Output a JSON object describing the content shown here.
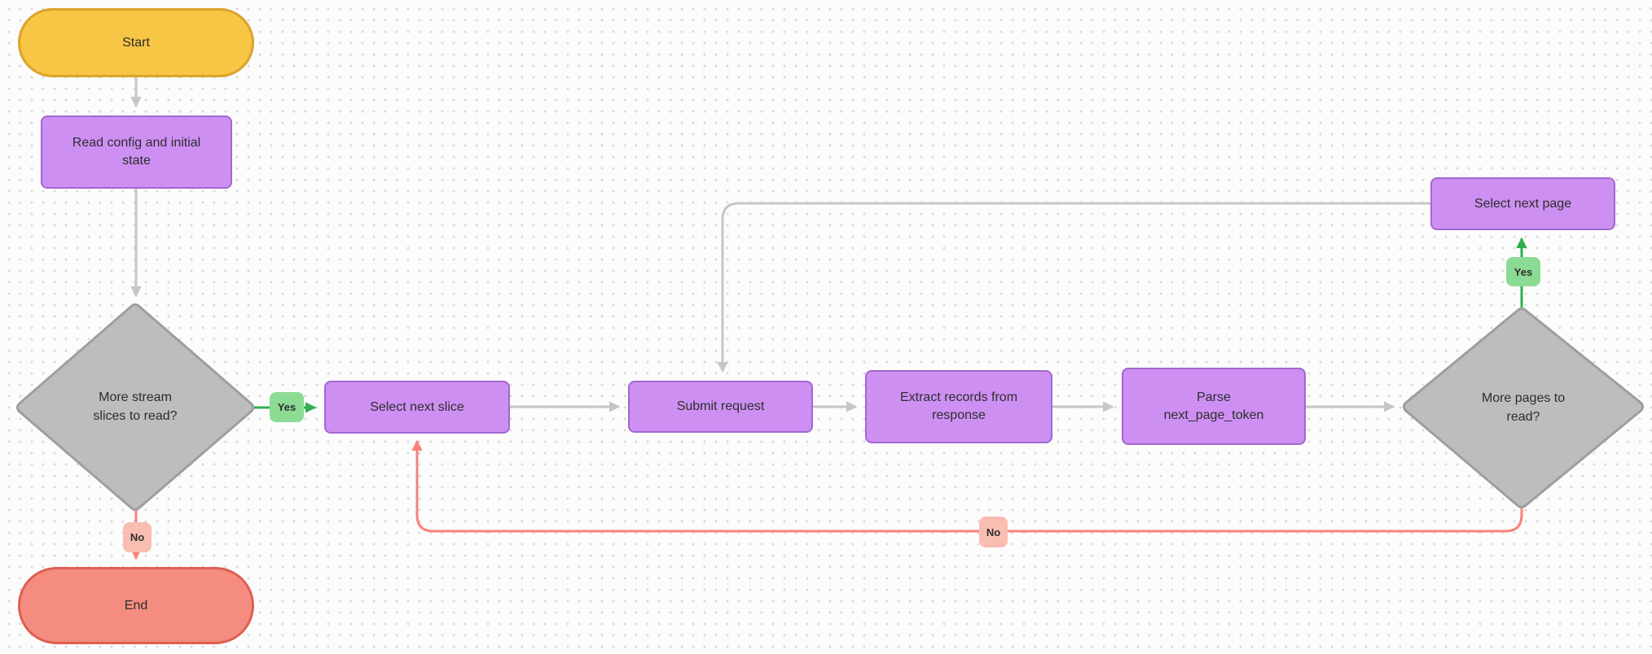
{
  "diagram": {
    "nodes": {
      "start": {
        "label": "Start"
      },
      "read_config": {
        "label": "Read config and initial\nstate"
      },
      "more_slices": {
        "label": "More stream\nslices to read?"
      },
      "select_slice": {
        "label": "Select next slice"
      },
      "submit_request": {
        "label": "Submit request"
      },
      "extract_records": {
        "label": "Extract records from\nresponse"
      },
      "parse_token": {
        "label": "Parse\nnext_page_token"
      },
      "more_pages": {
        "label": "More pages to\nread?"
      },
      "select_page": {
        "label": "Select next page"
      },
      "end": {
        "label": "End"
      }
    },
    "edge_labels": {
      "slices_yes": "Yes",
      "slices_no": "No",
      "pages_yes": "Yes",
      "pages_no": "No"
    }
  },
  "colors": {
    "canvas_bg": "#fcfcfc",
    "grid_dot": "#dcdcdc",
    "terminal_start_fill": "#f7c645",
    "terminal_start_border": "#dda22b",
    "terminal_end_fill": "#f58c80",
    "terminal_end_border": "#dd5f52",
    "process_fill": "#cd90f2",
    "process_border": "#a367d0",
    "decision_fill": "#bdbdbd",
    "decision_border": "#9e9e9e",
    "edge_gray": "#c6c6c6",
    "edge_green": "#31ae4f",
    "edge_red": "#f8837b",
    "label_yes_fill": "#8cdb94",
    "label_no_fill": "#f9bdb2",
    "text": "#2d2d2d"
  }
}
